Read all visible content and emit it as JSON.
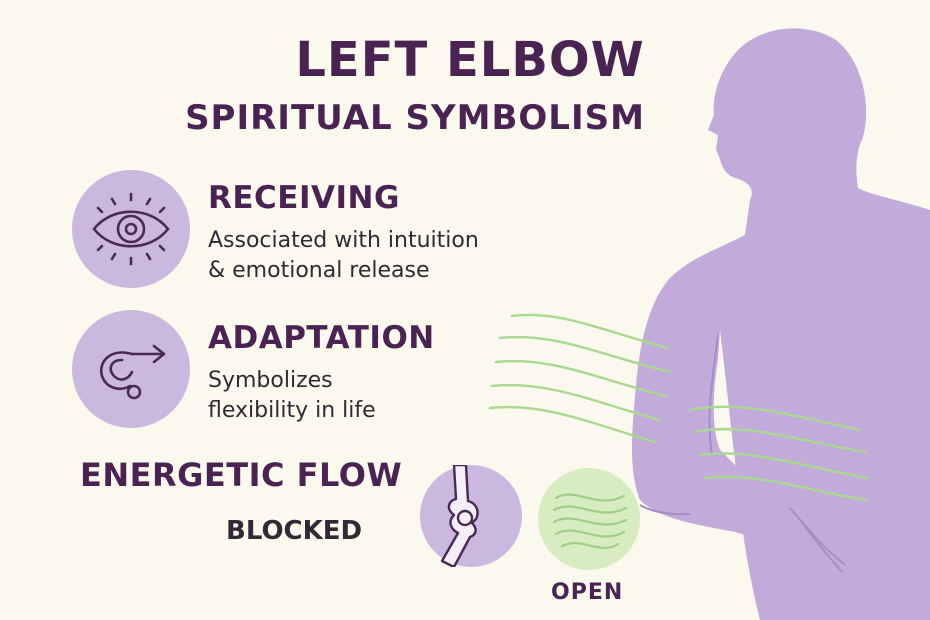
{
  "title": {
    "line1": "LEFT ELBOW",
    "line2": "SPIRITUAL SYMBOLISM"
  },
  "sections": [
    {
      "heading": "RECEIVING",
      "desc1": "Associated with intuition",
      "desc2": "& emotional release",
      "icon": "eye-icon"
    },
    {
      "heading": "ADAPTATION",
      "desc1": "Symbolizes",
      "desc2": "flexibility in life",
      "icon": "curved-arrow-icon"
    }
  ],
  "energy": {
    "heading": "ENERGETIC FLOW",
    "blocked_label": "BLOCKED",
    "open_label": "OPEN",
    "blocked_icon": "elbow-joint-icon",
    "open_icon": "flow-waves-icon"
  },
  "colors": {
    "background": "#fbf8ee",
    "heading": "#4a2353",
    "body_silhouette": "#c2aadb",
    "icon_circle": "#cbb8de",
    "open_circle": "#d8ecc2",
    "flow_lines": "#a9d98f"
  }
}
